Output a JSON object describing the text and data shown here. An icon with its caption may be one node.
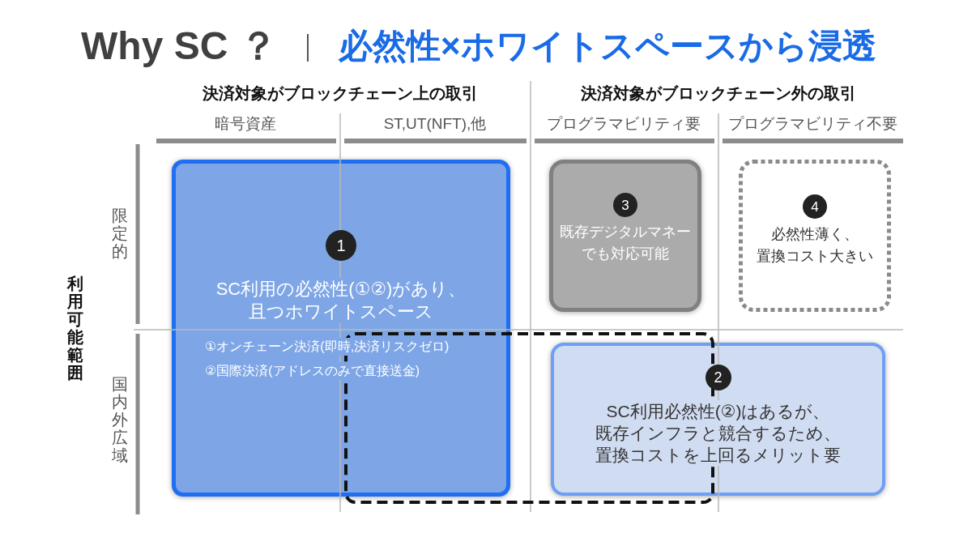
{
  "diagram": {
    "title": "Why SC ？",
    "nodes": [
      {
        "text": [
          "SC利用の必然性(①②)があり、且つホワイトスペース",
          "①オンチェーン決済(即時,決済リスクゼロ)",
          "②国際決済(アドレスのみで直接送金)"
        ]
      },
      {
        "text": [
          "1"
        ],
        "in": 0
      },
      {
        "text": [
          "既存デジタルマネーでも対応可能"
        ]
      },
      {
        "text": [
          "3"
        ],
        "in": 2
      },
      {
        "text": [
          "必然性薄く、置換コスト大きい"
        ]
      },
      {
        "text": [
          "4"
        ],
        "in": 4
      },
      {
        "text": [],
        "shape": "box"
      },
      {
        "text": [
          "SC利用必然性(②)はあるが、既存インフラと競合するため、置換コストを上回るメリット要"
        ]
      },
      {
        "text": [
          "2"
        ],
        "in": 7
      }
    ],
    "labels": [
      "必然性×ホワイトスペースから浸透",
      "決済対象がブロックチェーン上の取引",
      "決済対象がブロックチェーン外の取引",
      "暗号資産",
      "ST,UT(NFT),他",
      "プログラマビリティ要",
      "プログラマビリティ不要",
      "限定的",
      "利用可能範囲",
      "国内外広域"
    ]
  }
}
